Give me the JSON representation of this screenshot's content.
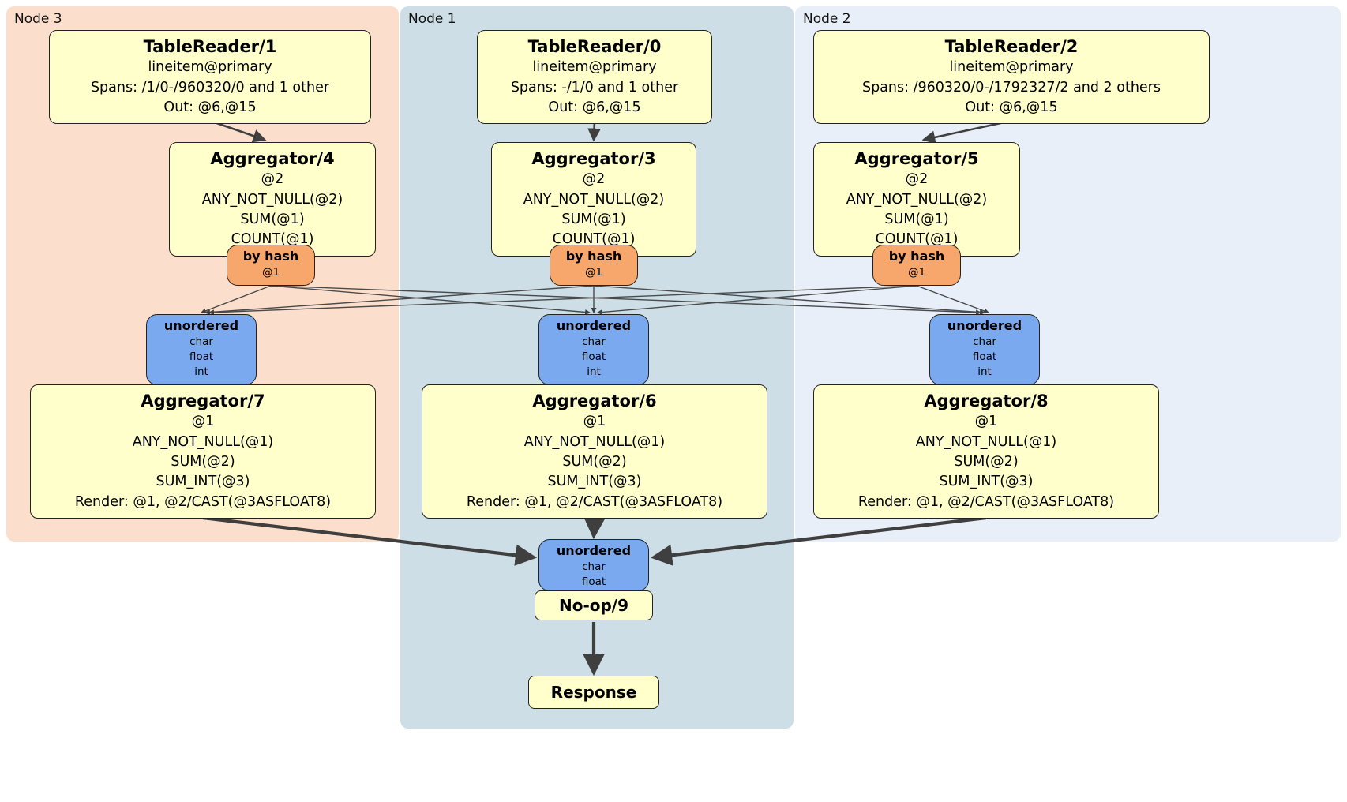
{
  "diagram": {
    "node_regions": [
      {
        "label": "Node 3",
        "table_reader": {
          "title": "TableReader/1",
          "lines": [
            "lineitem@primary",
            "Spans: /1/0-/960320/0 and 1 other",
            "Out: @6,@15"
          ]
        },
        "aggregator_upper": {
          "title": "Aggregator/4",
          "lines": [
            "@2",
            "ANY_NOT_NULL(@2)",
            "SUM(@1)",
            "COUNT(@1)"
          ]
        },
        "hash_router": {
          "title": "by hash",
          "detail": "@1"
        },
        "unordered_sync": {
          "title": "unordered",
          "lines": [
            "char",
            "float",
            "int"
          ]
        },
        "aggregator_lower": {
          "title": "Aggregator/7",
          "lines": [
            "@1",
            "ANY_NOT_NULL(@1)",
            "SUM(@2)",
            "SUM_INT(@3)",
            "Render: @1, @2/CAST(@3ASFLOAT8)"
          ]
        }
      },
      {
        "label": "Node 1",
        "table_reader": {
          "title": "TableReader/0",
          "lines": [
            "lineitem@primary",
            "Spans: -/1/0 and 1 other",
            "Out: @6,@15"
          ]
        },
        "aggregator_upper": {
          "title": "Aggregator/3",
          "lines": [
            "@2",
            "ANY_NOT_NULL(@2)",
            "SUM(@1)",
            "COUNT(@1)"
          ]
        },
        "hash_router": {
          "title": "by hash",
          "detail": "@1"
        },
        "unordered_sync": {
          "title": "unordered",
          "lines": [
            "char",
            "float",
            "int"
          ]
        },
        "aggregator_lower": {
          "title": "Aggregator/6",
          "lines": [
            "@1",
            "ANY_NOT_NULL(@1)",
            "SUM(@2)",
            "SUM_INT(@3)",
            "Render: @1, @2/CAST(@3ASFLOAT8)"
          ]
        }
      },
      {
        "label": "Node 2",
        "table_reader": {
          "title": "TableReader/2",
          "lines": [
            "lineitem@primary",
            "Spans: /960320/0-/1792327/2 and 2 others",
            "Out: @6,@15"
          ]
        },
        "aggregator_upper": {
          "title": "Aggregator/5",
          "lines": [
            "@2",
            "ANY_NOT_NULL(@2)",
            "SUM(@1)",
            "COUNT(@1)"
          ]
        },
        "hash_router": {
          "title": "by hash",
          "detail": "@1"
        },
        "unordered_sync": {
          "title": "unordered",
          "lines": [
            "char",
            "float",
            "int"
          ]
        },
        "aggregator_lower": {
          "title": "Aggregator/8",
          "lines": [
            "@1",
            "ANY_NOT_NULL(@1)",
            "SUM(@2)",
            "SUM_INT(@3)",
            "Render: @1, @2/CAST(@3ASFLOAT8)"
          ]
        }
      }
    ],
    "final_stage": {
      "unordered_sync": {
        "title": "unordered",
        "lines": [
          "char",
          "float"
        ]
      },
      "noop_label": "No-op/9",
      "response_label": "Response"
    },
    "colors": {
      "node3_region": "#fbdfcc",
      "node1_region": "#cddee7",
      "node2_region": "#e8eff8",
      "processor_box": "#ffffcc",
      "hash_router_box": "#f7a76c",
      "sync_box": "#7aa9f0",
      "edge": "#3f3f3f"
    }
  }
}
